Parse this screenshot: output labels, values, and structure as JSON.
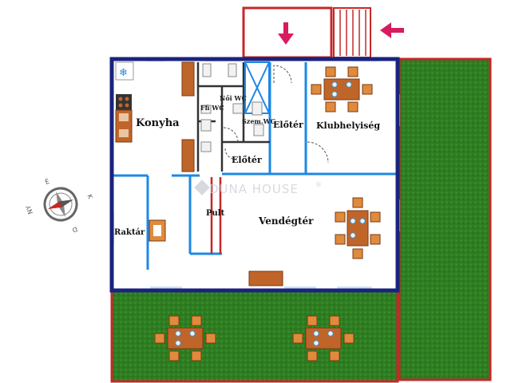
{
  "rooms": {
    "konyha": "Konyha",
    "noi_wc": "Női WC",
    "ffi_wc": "Ffi WC",
    "szem_wc": "Szem.WC",
    "eloter_top": "Előtér",
    "eloter_mid": "Előtér",
    "klubhelyiseg": "Klubhelyiség",
    "pult": "Pult",
    "vendegter": "Vendégtér",
    "raktar": "Raktár"
  },
  "watermark": "DUNA HOUSE",
  "watermark_mark": "®",
  "compass": {
    "n": "É",
    "k": "K",
    "d": "D",
    "ny": "NY"
  },
  "colors": {
    "wall": "#1a237e",
    "interior_wall": "#1e88e5",
    "lawn": "#2e7d1f",
    "lawn_border": "#c62828",
    "table": "#c0652a",
    "chair": "#e08a3c",
    "arrow": "#d81b60"
  }
}
